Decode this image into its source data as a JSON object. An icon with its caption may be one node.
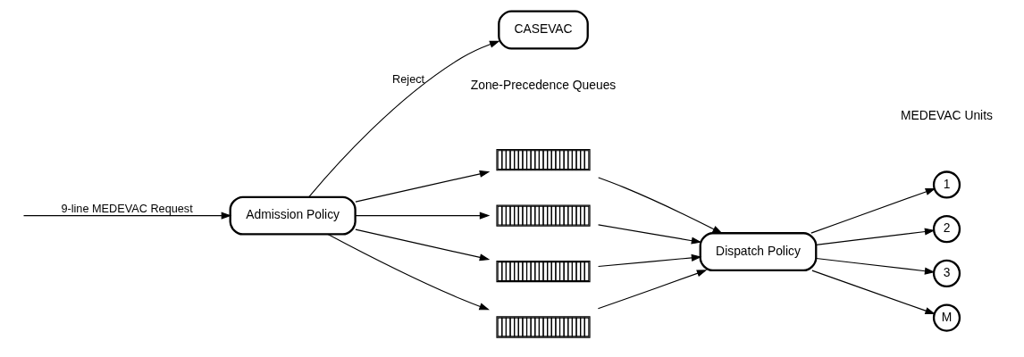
{
  "diagram": {
    "nodes": [
      {
        "text": [
          "Admission Policy"
        ]
      },
      {
        "text": [
          "CASEVAC"
        ]
      },
      {
        "text": [],
        "shape": "bar"
      },
      {
        "text": [],
        "shape": "bar"
      },
      {
        "text": [],
        "shape": "bar"
      },
      {
        "text": [],
        "shape": "bar"
      },
      {
        "text": [
          "Dispatch Policy"
        ]
      },
      {
        "text": [
          "1"
        ]
      },
      {
        "text": [
          "2"
        ]
      },
      {
        "text": [
          "3"
        ]
      },
      {
        "text": [
          "M"
        ]
      }
    ],
    "edges": [
      {
        "from": null,
        "to": 0,
        "arrow": "to",
        "label": "9-line MEDEVAC Request"
      },
      {
        "from": 0,
        "to": 1,
        "arrow": "to",
        "label": "Reject"
      },
      {
        "from": 0,
        "to": 2,
        "arrow": "to"
      },
      {
        "from": 0,
        "to": 3,
        "arrow": "to"
      },
      {
        "from": 0,
        "to": 4,
        "arrow": "to"
      },
      {
        "from": 0,
        "to": 5,
        "arrow": "to"
      },
      {
        "from": 2,
        "to": 6,
        "arrow": "to"
      },
      {
        "from": 3,
        "to": 6,
        "arrow": "to"
      },
      {
        "from": 4,
        "to": 6,
        "arrow": "to"
      },
      {
        "from": 5,
        "to": 6,
        "arrow": "to"
      },
      {
        "from": 6,
        "to": 7,
        "arrow": "to"
      },
      {
        "from": 6,
        "to": 8,
        "arrow": "to"
      },
      {
        "from": 6,
        "to": 9,
        "arrow": "to"
      },
      {
        "from": 6,
        "to": 10,
        "arrow": "to"
      }
    ],
    "labels": [
      "Zone-Precedence Queues",
      "MEDEVAC Units"
    ]
  }
}
